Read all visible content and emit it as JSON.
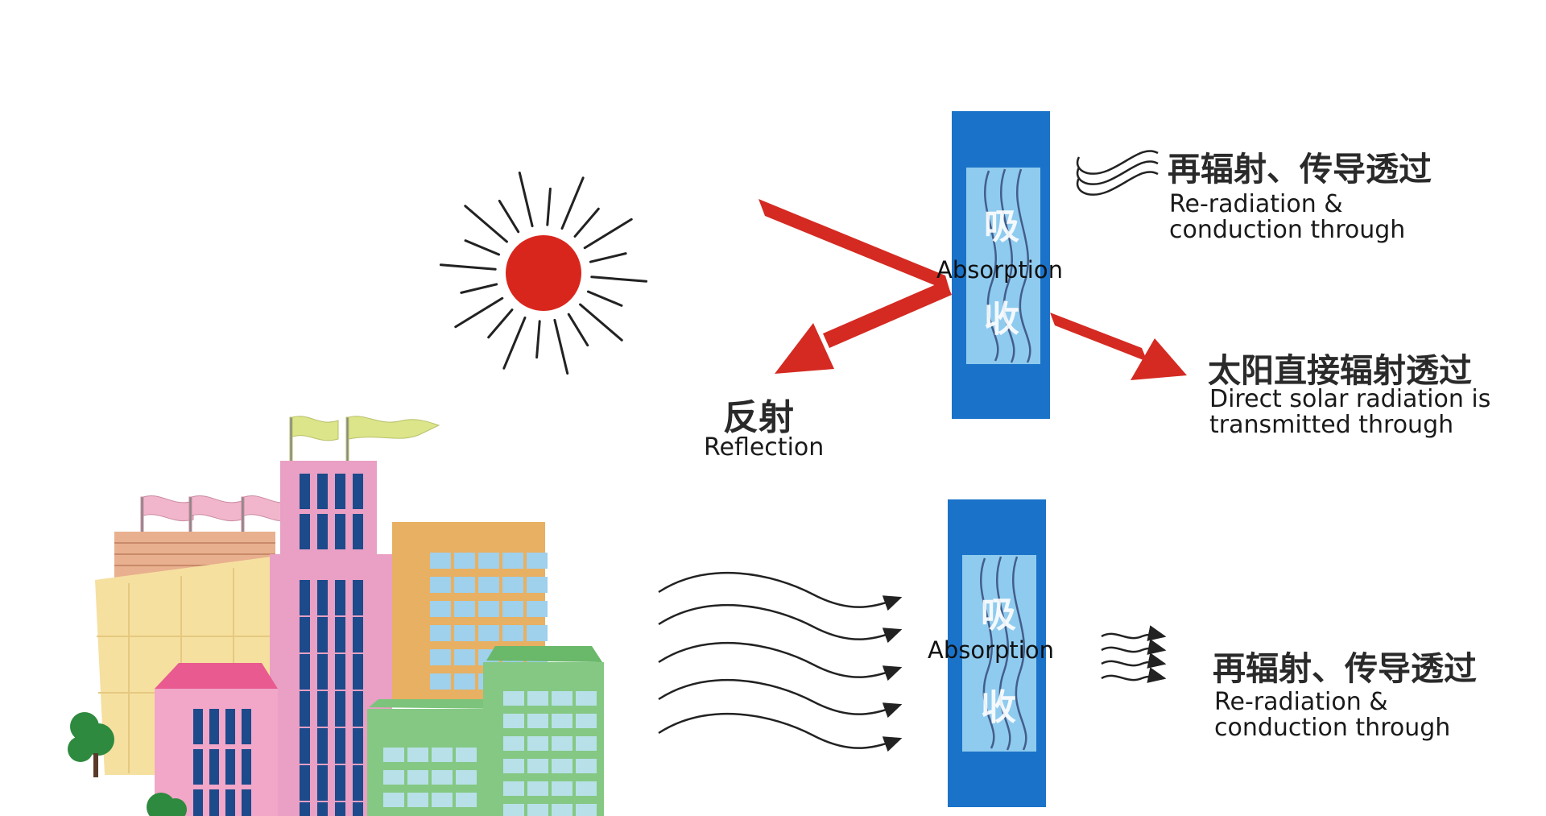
{
  "top": {
    "reflection_zh": "反射",
    "reflection_en": "Reflection",
    "absorption_zh_1": "吸",
    "absorption_zh_2": "收",
    "absorption_en": "Absorption",
    "reradiation_zh": "再辐射、传导透过",
    "reradiation_en_1": "Re-radiation &",
    "reradiation_en_2": "conduction through",
    "transmitted_zh": "太阳直接辐射透过",
    "transmitted_en_1": "Direct solar radiation is",
    "transmitted_en_2": "transmitted through"
  },
  "bottom": {
    "absorption_zh_1": "吸",
    "absorption_zh_2": "收",
    "absorption_en": "Absorption",
    "reradiation_zh": "再辐射、传导透过",
    "reradiation_en_1": "Re-radiation &",
    "reradiation_en_2": "conduction through"
  },
  "colors": {
    "sun": "#d9261c",
    "arrow": "#d42a22",
    "pane_outer": "#1b73c9",
    "pane_inner": "#8fcbef",
    "wave": "#222222"
  },
  "icons": [
    "sun-icon",
    "city-buildings-illustration",
    "glass-pane-icon",
    "heat-wave-icon"
  ]
}
